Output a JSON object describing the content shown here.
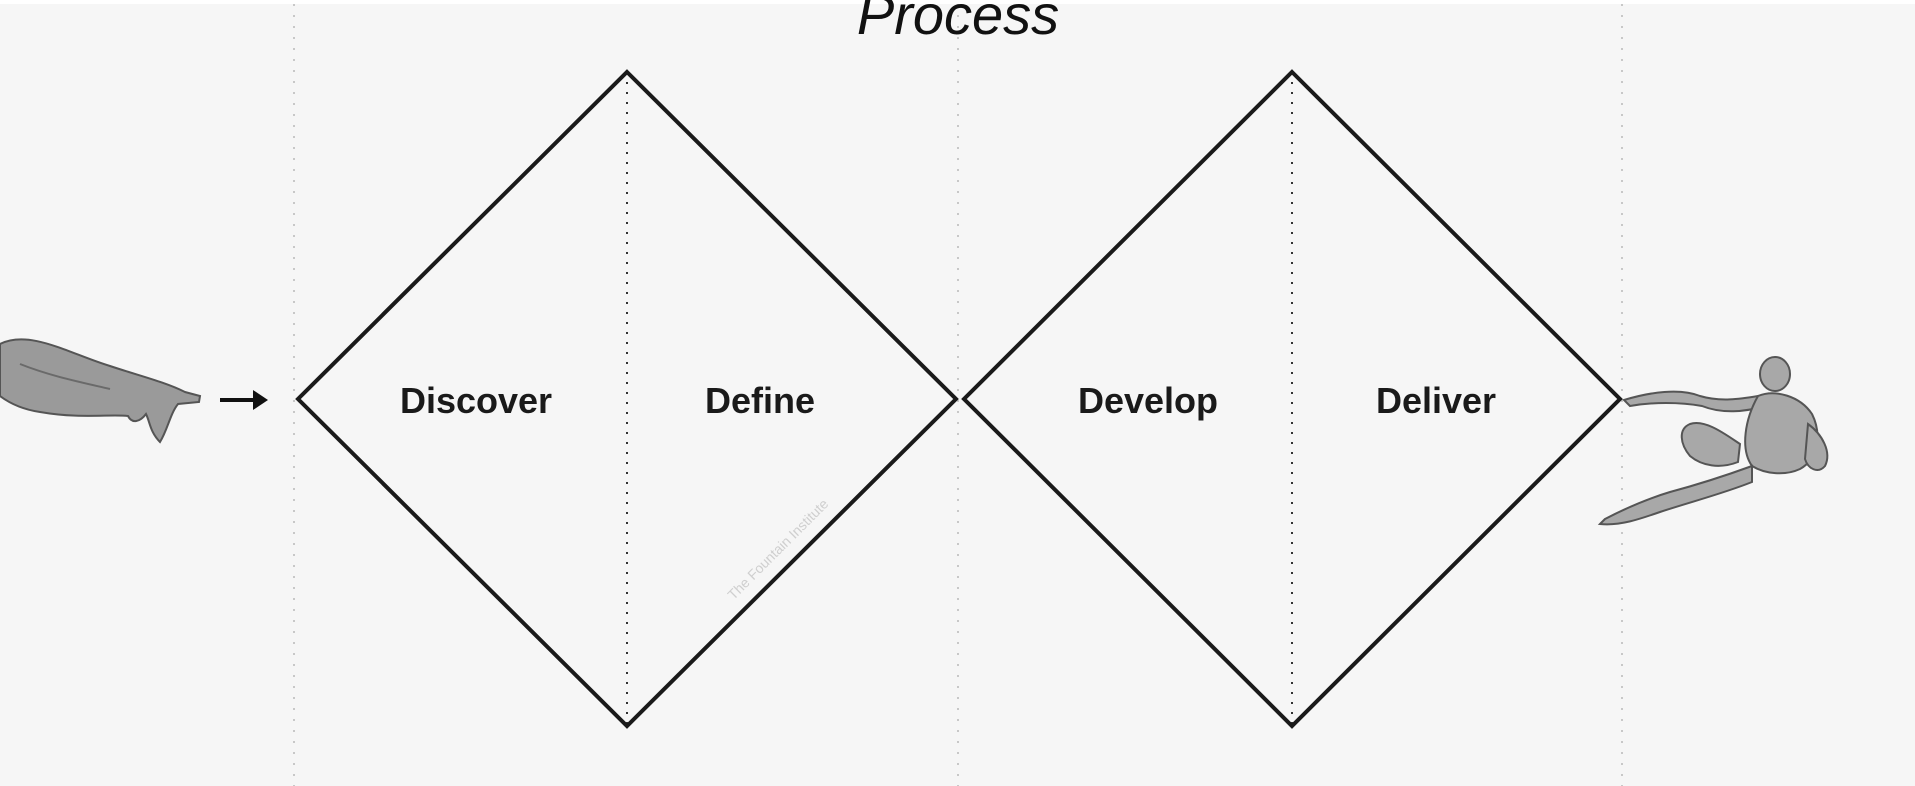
{
  "title": "Process",
  "phases": [
    {
      "label": "Discover"
    },
    {
      "label": "Define"
    },
    {
      "label": "Develop"
    },
    {
      "label": "Deliver"
    }
  ],
  "start_arrow": "→",
  "watermark": "The Fountain Institute",
  "colors": {
    "background": "#f6f6f6",
    "stroke": "#1a1a1a",
    "guide": "#c8c8c8"
  },
  "icons": {
    "start": "pointing-hand-icon",
    "end": "reclining-figure-icon"
  }
}
